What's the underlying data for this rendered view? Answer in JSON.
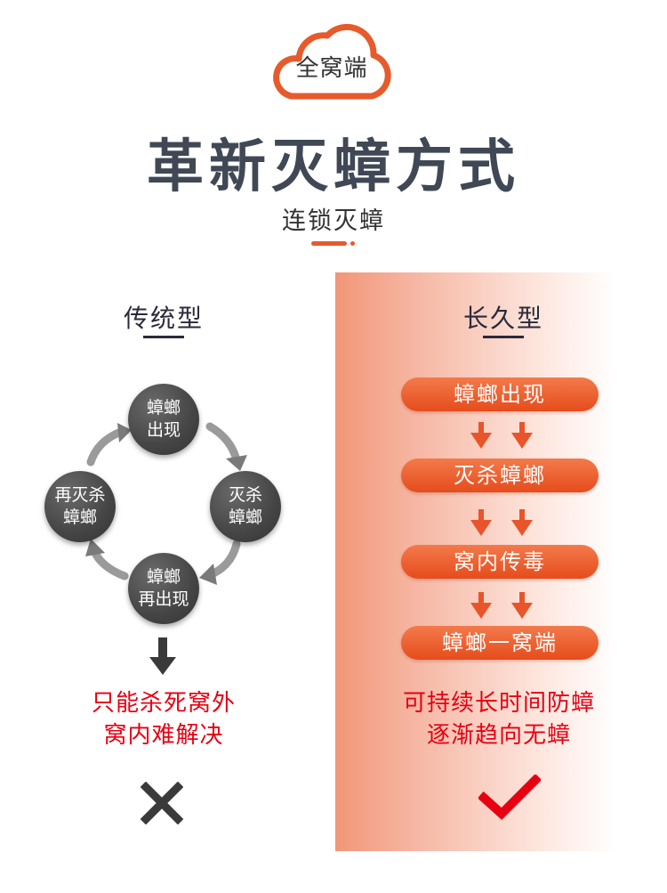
{
  "brand": "全窝端",
  "title": "革新灭蟑方式",
  "subtitle": "连锁灭蟑",
  "traditional": {
    "title": "传统型",
    "cycle": [
      {
        "line1": "蟑螂",
        "line2": "出现"
      },
      {
        "line1": "灭杀",
        "line2": "蟑螂"
      },
      {
        "line1": "蟑螂",
        "line2": "再出现"
      },
      {
        "line1": "再灭杀",
        "line2": "蟑螂"
      }
    ],
    "result_line1": "只能杀死窝外",
    "result_line2": "窝内难解决",
    "mark_icon": "cross-icon"
  },
  "longterm": {
    "title": "长久型",
    "steps": [
      "蟑螂出现",
      "灭杀蟑螂",
      "窝内传毒",
      "蟑螂一窝端"
    ],
    "result_line1": "可持续长时间防蟑",
    "result_line2": "逐渐趋向无蟑",
    "mark_icon": "check-icon"
  },
  "colors": {
    "accent": "#e65a2c",
    "title_dark": "#404856",
    "result_red": "#e60012",
    "node_gray": "#454545"
  }
}
